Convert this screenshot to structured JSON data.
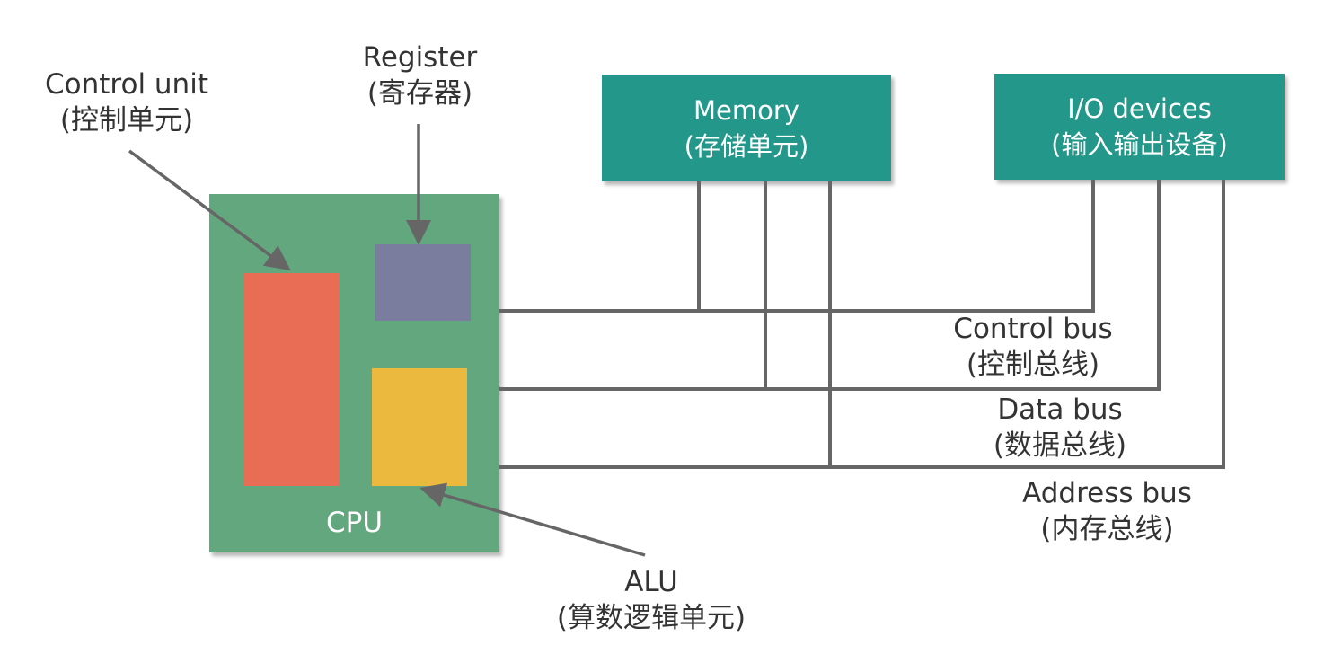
{
  "colors": {
    "cpu": "#62a77e",
    "control_unit": "#e96d55",
    "register": "#7b7d9e",
    "alu": "#ebb93e",
    "device_box": "#22978a",
    "wire": "#666666",
    "label_text": "#333333",
    "box_text": "#ffffff"
  },
  "cpu": {
    "label": "CPU"
  },
  "components": {
    "control_unit": {
      "en": "Control unit",
      "zh": "(控制单元)"
    },
    "register": {
      "en": "Register",
      "zh": "(寄存器)"
    },
    "alu": {
      "en": "ALU",
      "zh": "(算数逻辑单元)"
    }
  },
  "devices": {
    "memory": {
      "en": "Memory",
      "zh": "(存储单元)"
    },
    "io": {
      "en": "I/O devices",
      "zh": "(输入输出设备)"
    }
  },
  "buses": [
    {
      "id": "control",
      "en": "Control bus",
      "zh": "(控制总线)"
    },
    {
      "id": "data",
      "en": "Data bus",
      "zh": "(数据总线)"
    },
    {
      "id": "address",
      "en": "Address bus",
      "zh": "(内存总线)"
    }
  ]
}
